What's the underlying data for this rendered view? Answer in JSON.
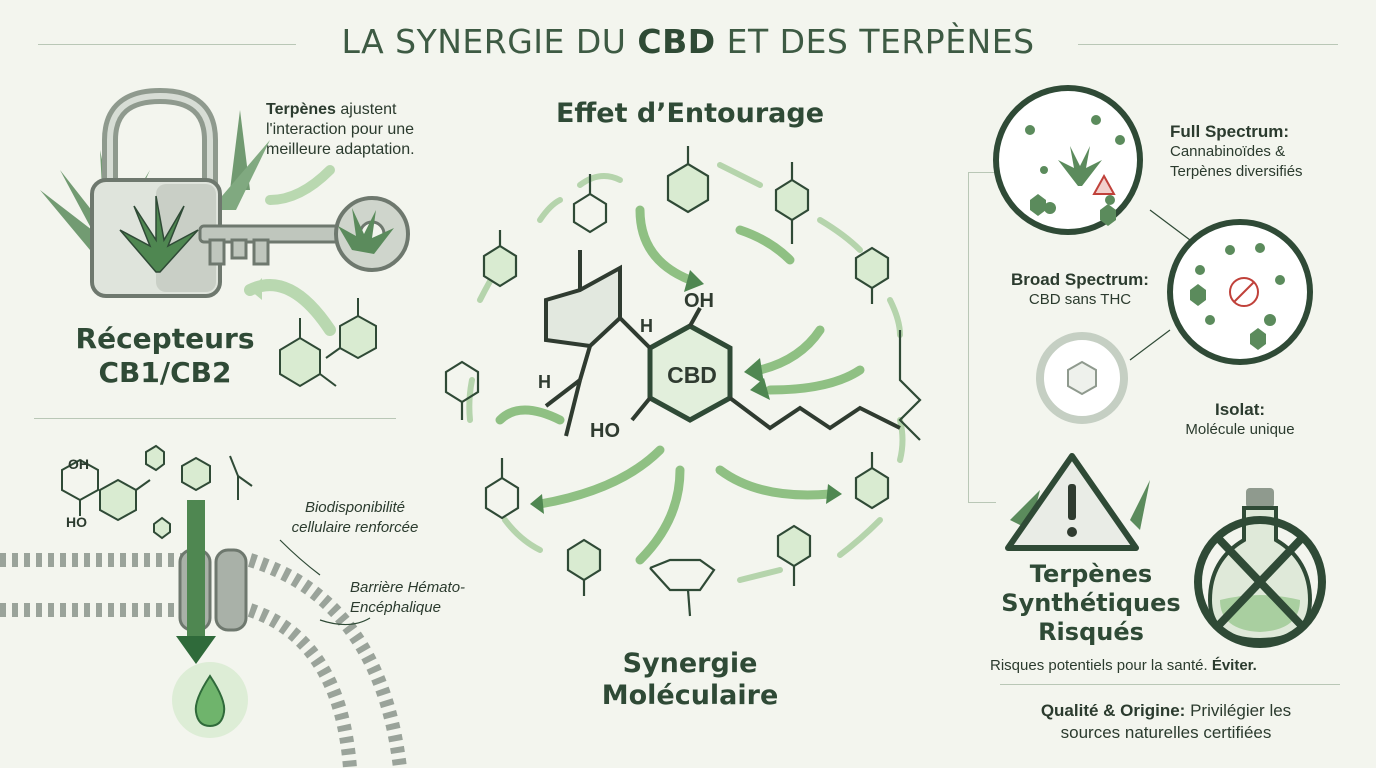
{
  "title": {
    "pre": "LA SYNERGIE DU ",
    "bold": "CBD",
    "post": " ET DES TERPÈNES"
  },
  "receptors": {
    "note_bold": "Terpènes",
    "note_rest": " ajustent",
    "note_line2": "l'interaction pour une",
    "note_line3": "meilleure adaptation.",
    "heading_line1": "Récepteurs",
    "heading_line2": "CB1/CB2"
  },
  "bio": {
    "label1_line1": "Biodisponibilité",
    "label1_line2": "cellulaire renforcée",
    "label2_line1": "Barrière Hémato-",
    "label2_line2": "Encéphalique",
    "mol_oh": "OH",
    "mol_ho": "HO"
  },
  "center": {
    "heading_top": "Effet d’Entourage",
    "heading_bottom_line1": "Synergie",
    "heading_bottom_line2": "Moléculaire",
    "cbd_label": "CBD",
    "oh": "OH",
    "ho": "HO",
    "h1": "H",
    "h2": "H"
  },
  "spectrum": {
    "full_title": "Full Spectrum:",
    "full_line1": "Cannabinoïdes &",
    "full_line2": "Terpènes diversifiés",
    "broad_title": "Broad Spectrum:",
    "broad_line1": "CBD sans THC",
    "isolat_title": "Isolat:",
    "isolat_line1": "Molécule unique"
  },
  "synthetic": {
    "heading_line1": "Terpènes",
    "heading_line2": "Synthétiques",
    "heading_line3": "Risqués",
    "risk_text": "Risques potentiels pour la santé. ",
    "risk_bold": "Éviter.",
    "quality_bold": "Qualité & Origine:",
    "quality_rest": " Privilégier les",
    "quality_line2": "sources naturelles certifiées"
  },
  "colors": {
    "dark_green": "#2f4a36",
    "mid_green": "#5e9160",
    "light_green": "#a9cfa0",
    "warning_red": "#c0413a"
  },
  "icons": [
    "padlock-icon",
    "key-icon",
    "cannabis-leaf-icon",
    "membrane-icon",
    "droplet-icon",
    "warning-icon",
    "bottle-icon"
  ]
}
